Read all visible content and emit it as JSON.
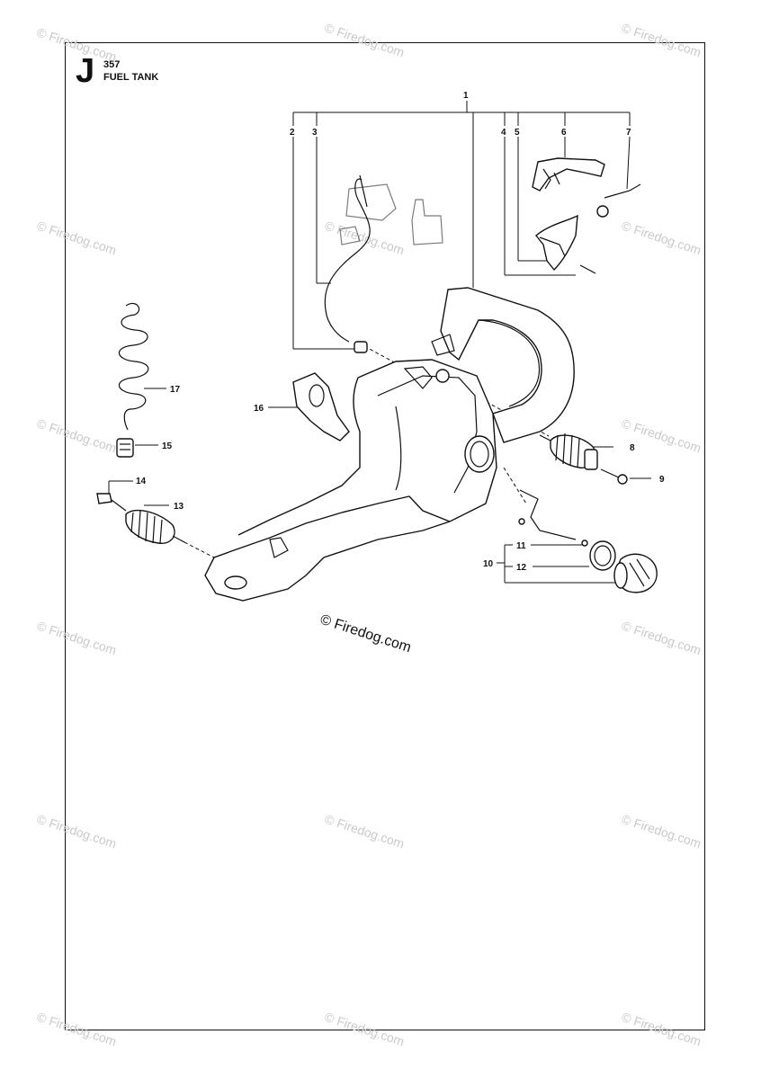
{
  "header": {
    "section_letter": "J",
    "model": "357",
    "title": "FUEL TANK"
  },
  "callouts": [
    "1",
    "2",
    "3",
    "4",
    "5",
    "6",
    "7",
    "8",
    "9",
    "10",
    "11",
    "12",
    "13",
    "14",
    "15",
    "16",
    "17"
  ],
  "watermark": {
    "text": "© Firedog.com",
    "main_text": "© Firedog.com",
    "color": "#c9c9c9"
  }
}
